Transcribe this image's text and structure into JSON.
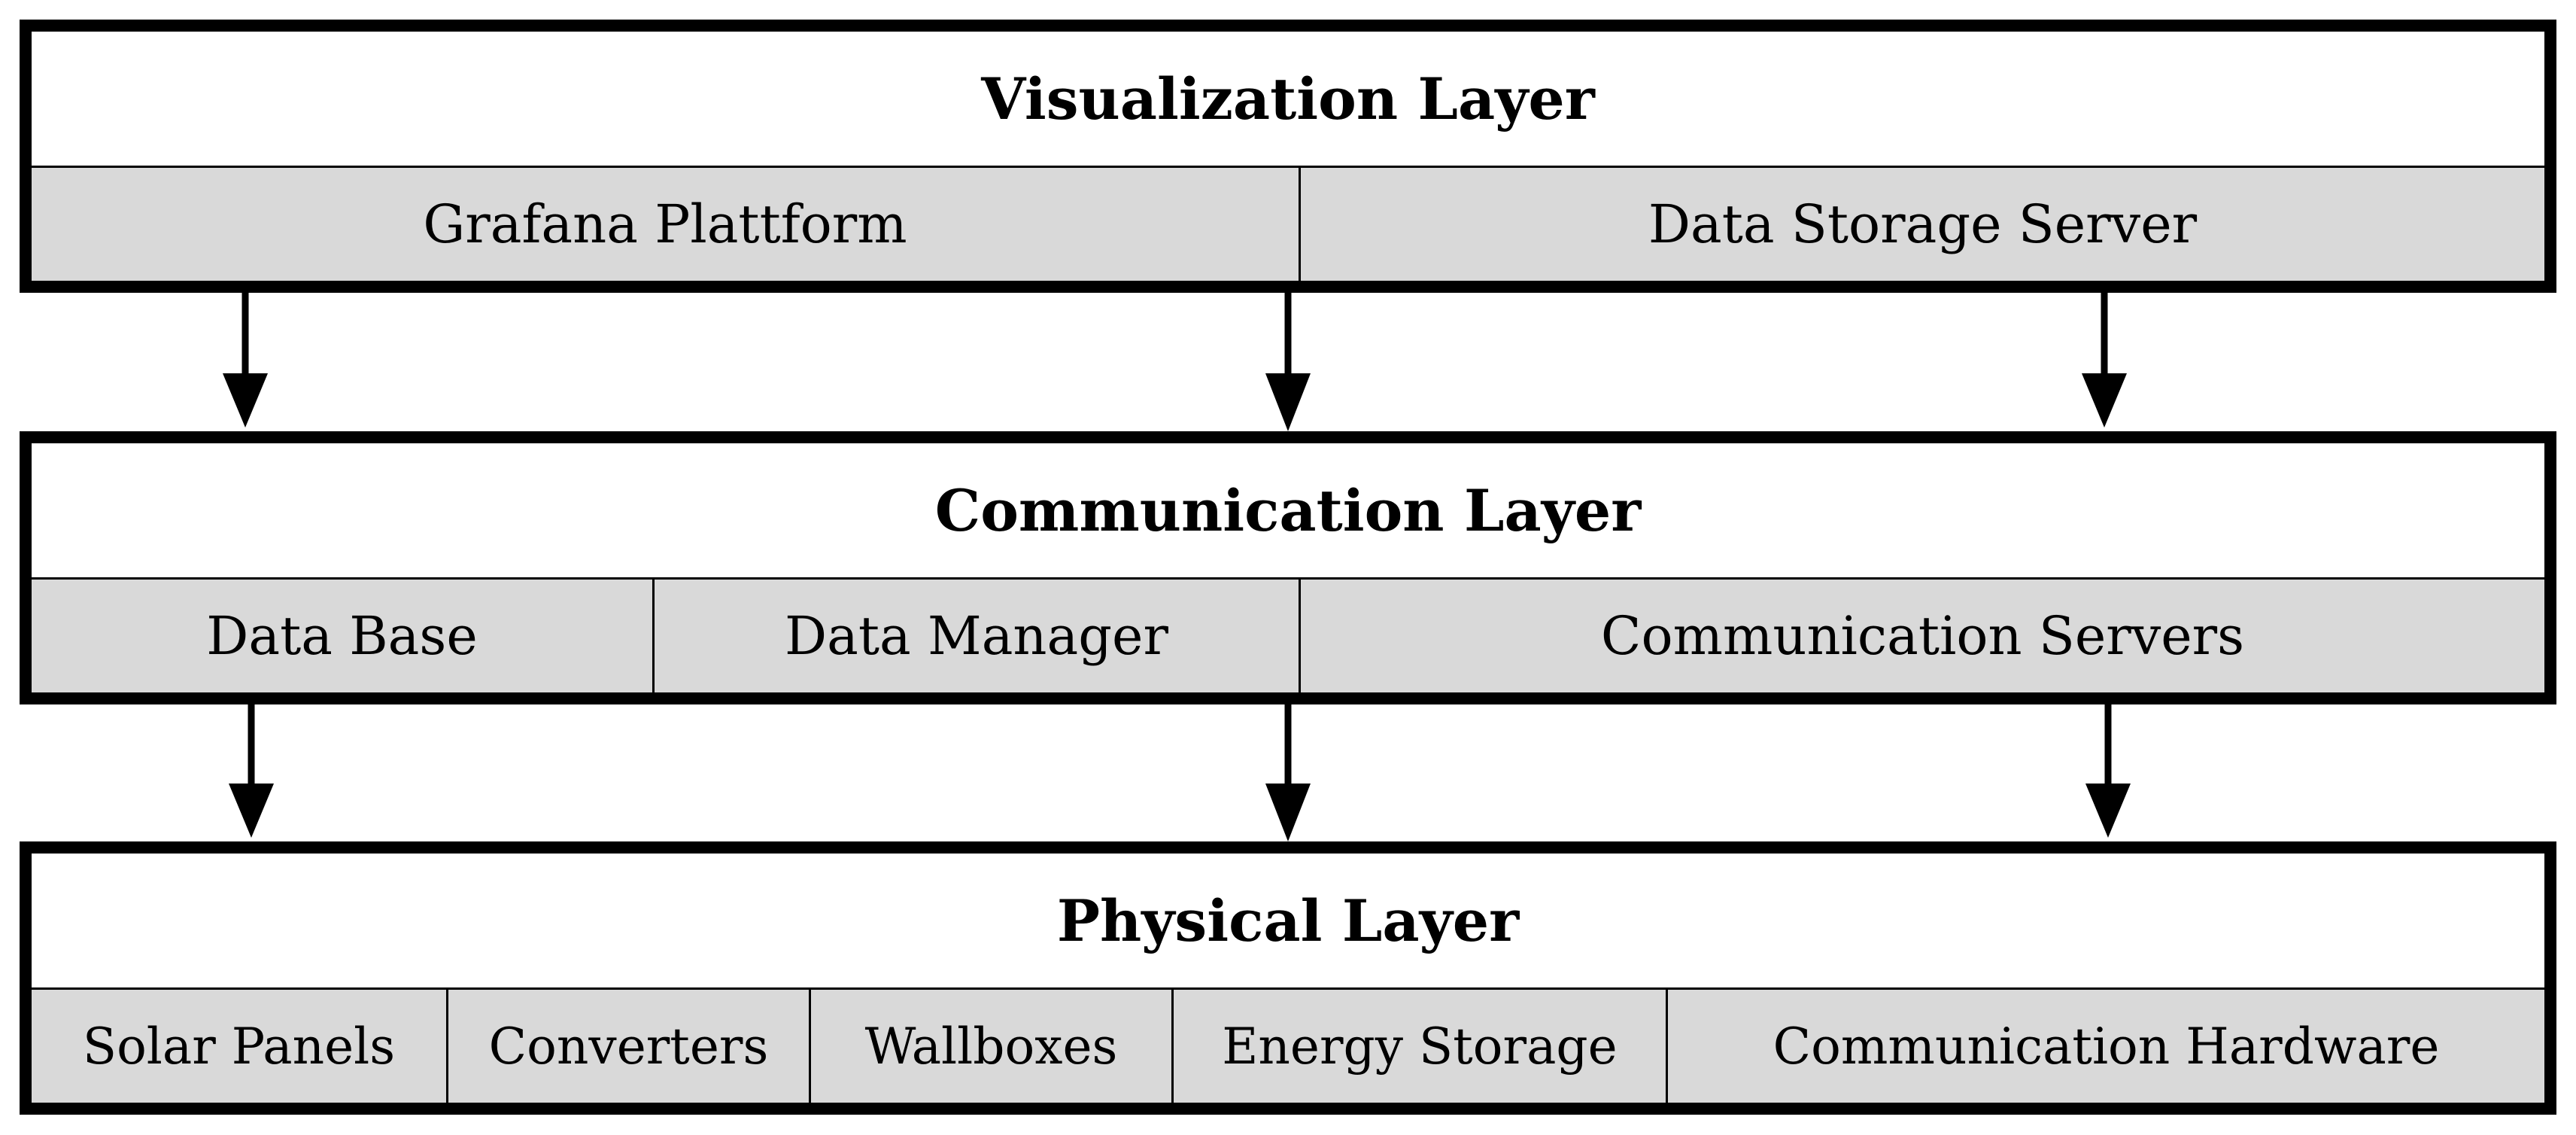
{
  "layers": {
    "visualization": {
      "title": "Visualization Layer",
      "components": [
        "Grafana Plattform",
        "Data Storage Server"
      ]
    },
    "communication": {
      "title": "Communication Layer",
      "components": [
        "Data Base",
        "Data Manager",
        "Communication Servers"
      ]
    },
    "physical": {
      "title": "Physical Layer",
      "components": [
        "Solar Panels",
        "Converters",
        "Wallboxes",
        "Energy Storage",
        "Communication Hardware"
      ]
    }
  },
  "colors": {
    "border": "#000000",
    "title_background": "#ffffff",
    "component_background": "#d9d9d9",
    "arrow": "#000000"
  },
  "connections": [
    {
      "from": "Visualization Layer",
      "to": "Communication Layer"
    },
    {
      "from": "Visualization Layer",
      "to": "Communication Layer"
    },
    {
      "from": "Visualization Layer",
      "to": "Communication Layer"
    },
    {
      "from": "Communication Layer",
      "to": "Physical Layer"
    },
    {
      "from": "Communication Layer",
      "to": "Physical Layer"
    },
    {
      "from": "Communication Layer",
      "to": "Physical Layer"
    }
  ]
}
